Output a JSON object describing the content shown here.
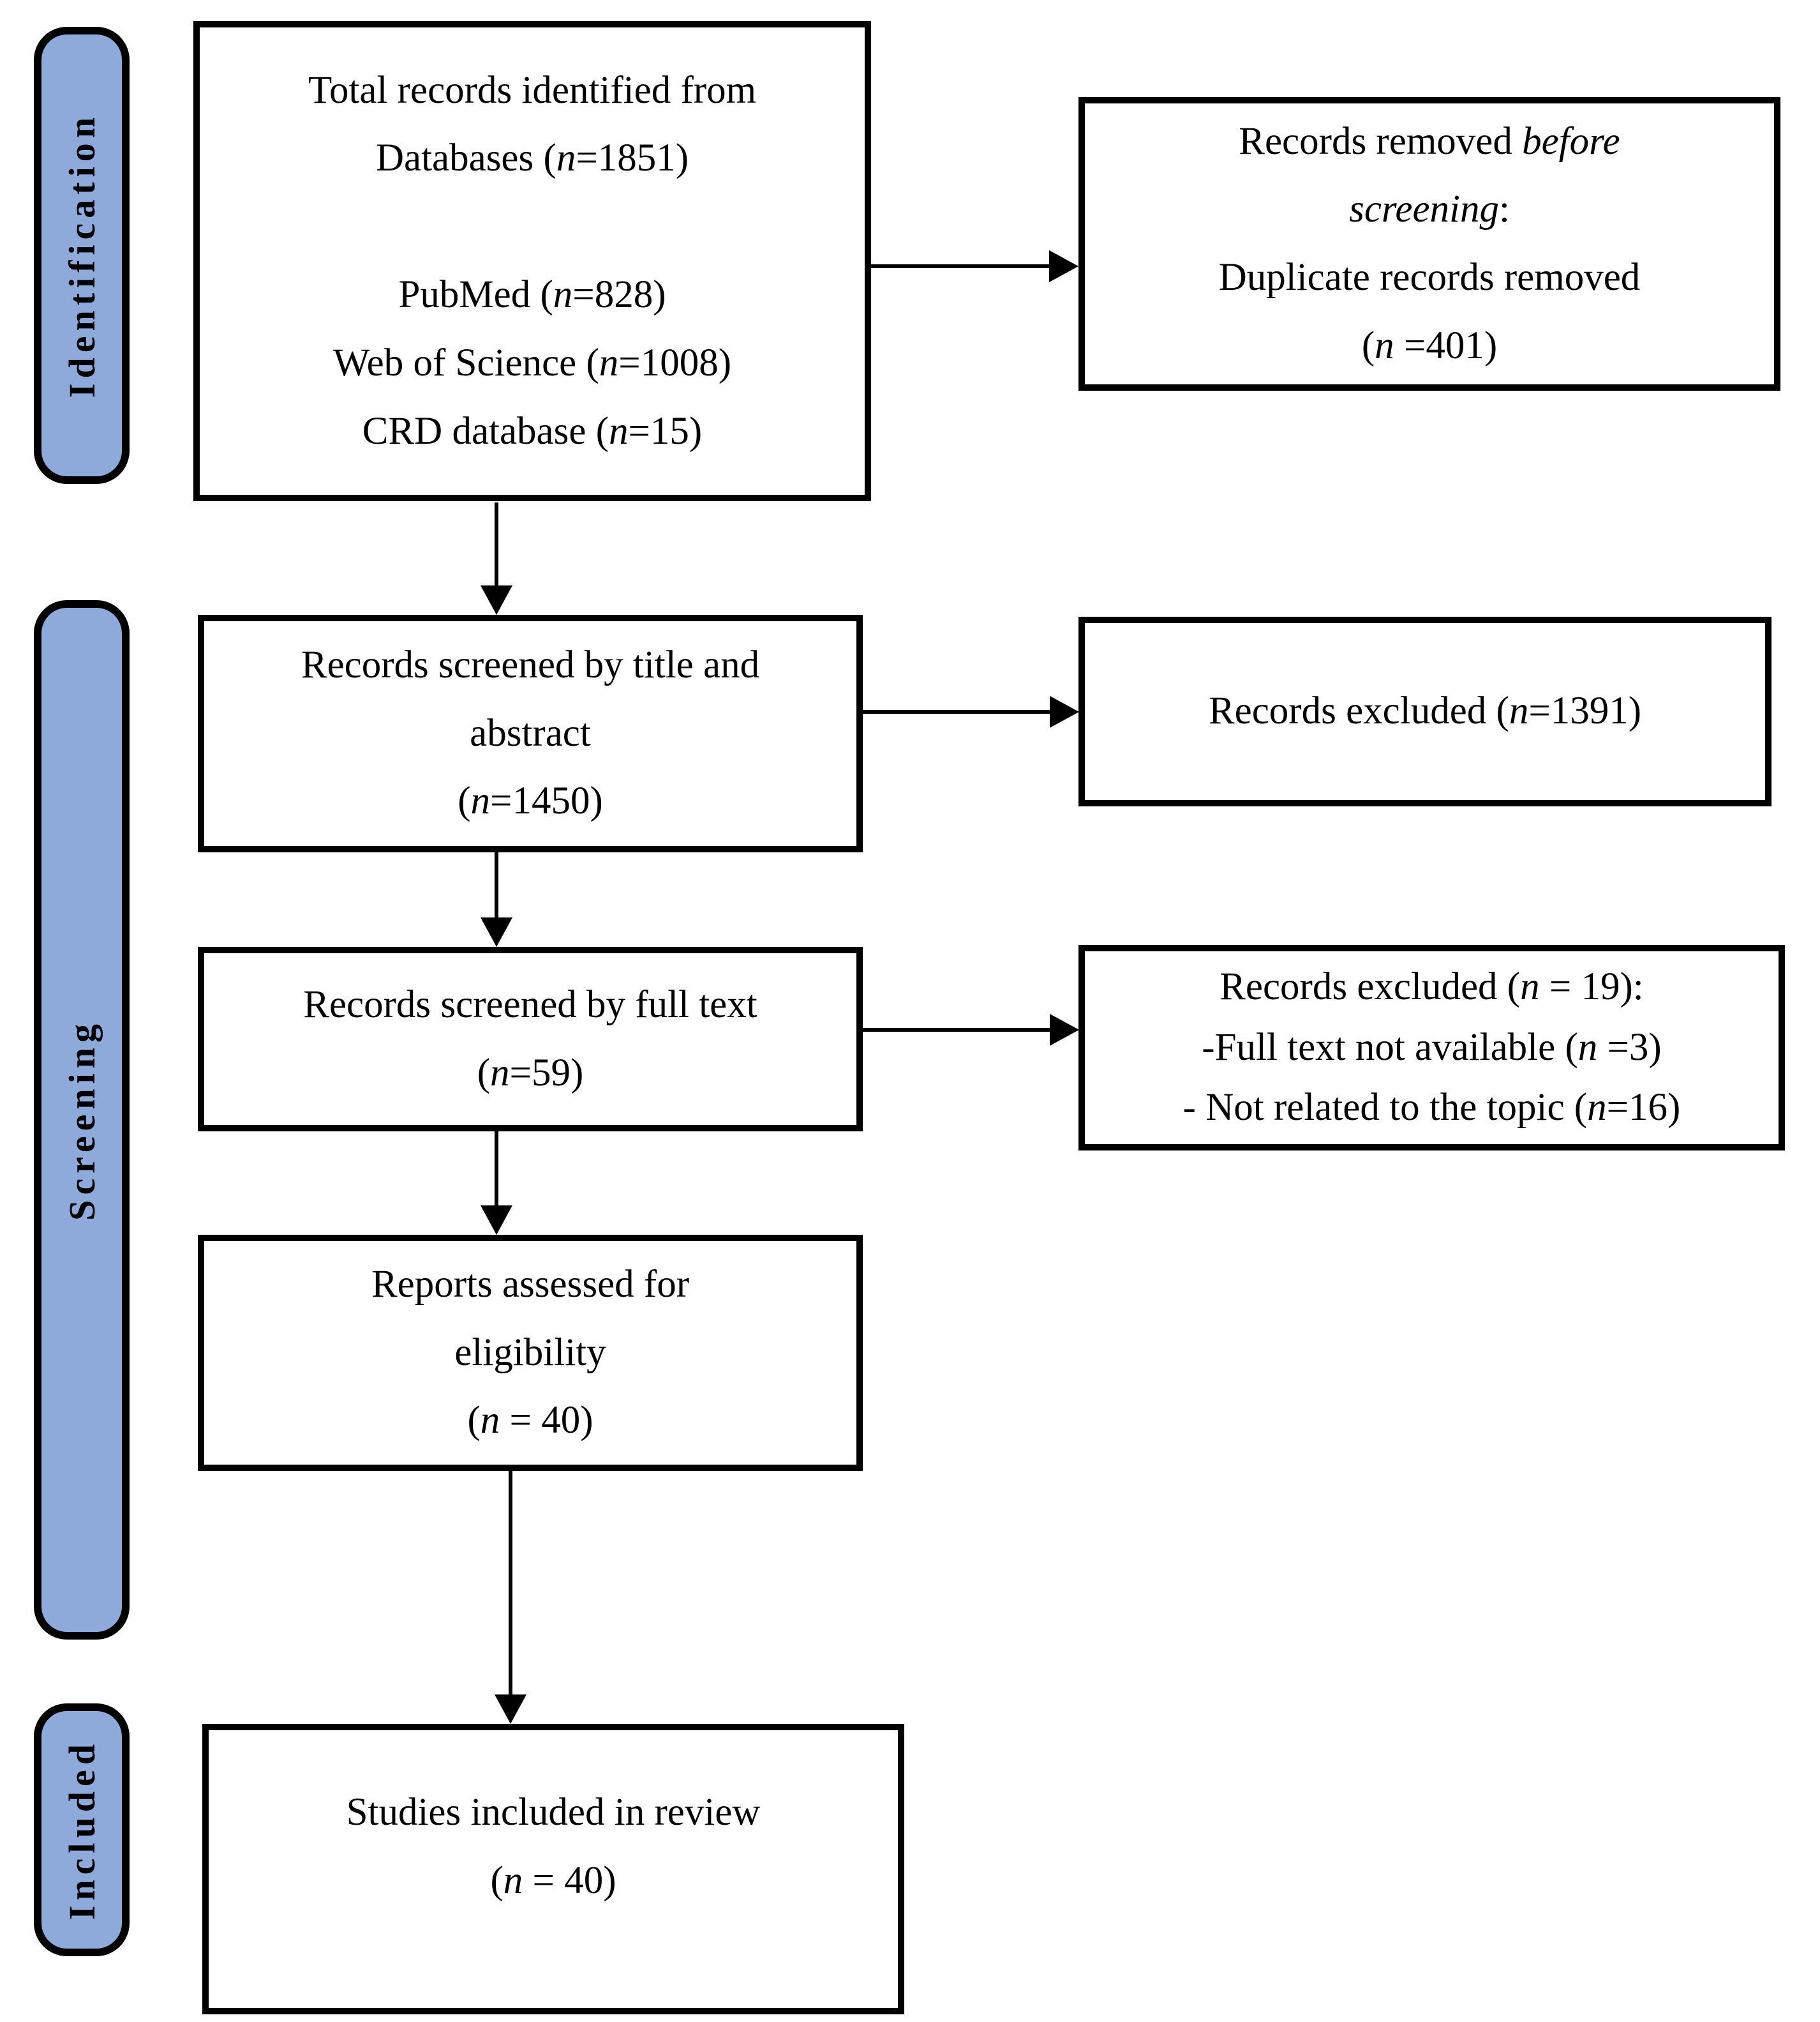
{
  "palette": {
    "tab_fill": "#8EAADB",
    "tab_border": "#000000",
    "box_border": "#000000",
    "arrow_color": "#000000",
    "text_color": "#000000"
  },
  "italic_n": "n",
  "stages": {
    "identification": "Identification",
    "screening": "Screening",
    "included": "Included"
  },
  "boxes": {
    "identified": {
      "l1": "Total records identified from",
      "l2_pre": "Databases (",
      "l2_post": "=1851)",
      "l3_pre": "PubMed (",
      "l3_post": "=828)",
      "l4_pre": "Web of Science (",
      "l4_post": "=1008)",
      "l5_pre": "CRD database (",
      "l5_post": "=15)"
    },
    "removed_before_screening": {
      "l1_pre": "Records removed ",
      "l1_italic": "before",
      "l2_italic": "screening",
      "l2_post": ":",
      "l3": "Duplicate records removed",
      "l4_pre": "(",
      "l4_post": " =401)"
    },
    "screened_title_abstract": {
      "l1": "Records screened by title and",
      "l2": "abstract",
      "l3_pre": "(",
      "l3_post": "=1450)"
    },
    "excluded_title_abstract": {
      "l1_pre": "Records excluded (",
      "l1_post": "=1391)"
    },
    "screened_full_text": {
      "l1": "Records screened by full text",
      "l2_pre": "(",
      "l2_post": "=59)"
    },
    "excluded_full_text": {
      "l1_pre": "Records excluded (",
      "l1_post": " = 19):",
      "l2_pre": "-Full text not available (",
      "l2_post": " =3)",
      "l3_pre": "- Not related to the topic (",
      "l3_post": "=16)"
    },
    "assessed_eligibility": {
      "l1": "Reports assessed for",
      "l2": "eligibility",
      "l3_pre": "(",
      "l3_post": " = 40)"
    },
    "included_in_review": {
      "l1": "Studies included in review",
      "l2_pre": "(",
      "l2_post": " = 40)"
    }
  }
}
